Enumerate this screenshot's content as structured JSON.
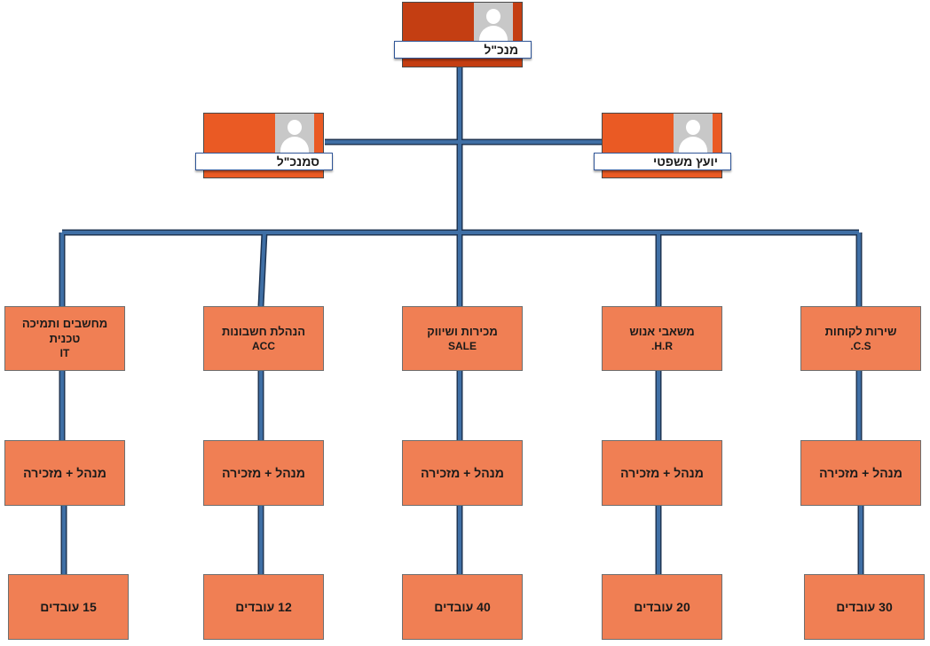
{
  "colors": {
    "connector": "#3f6fa5",
    "connector_outline": "#1f3553",
    "ceo_fill": "#c43e12",
    "exec_fill": "#ea5a24",
    "box_fill": "#f07f54"
  },
  "top": {
    "ceo": {
      "label": "מנכ\"ל",
      "icon": "person-placeholder-icon"
    },
    "deputy": {
      "label": "סמנכ\"ל",
      "icon": "person-placeholder-icon"
    },
    "legal": {
      "label": "יועץ משפטי",
      "icon": "person-placeholder-icon"
    }
  },
  "departments": [
    {
      "name_line1": "מחשבים ותמיכה",
      "name_line2": "טכנית",
      "name_line3": "IT",
      "manager": "מנהל + מזכירה",
      "employees": "15 עובדים"
    },
    {
      "name_line1": "הנהלת חשבונות",
      "name_line2": "ACC",
      "name_line3": "",
      "manager": "מנהל + מזכירה",
      "employees": "12 עובדים"
    },
    {
      "name_line1": "מכירות ושיווק",
      "name_line2": "SALE",
      "name_line3": "",
      "manager": "מנהל + מזכירה",
      "employees": "40 עובדים"
    },
    {
      "name_line1": "משאבי אנוש",
      "name_line2": "H.R.",
      "name_line3": "",
      "manager": "מנהל + מזכירה",
      "employees": "20 עובדים"
    },
    {
      "name_line1": "שירות לקוחות",
      "name_line2": "C.S.",
      "name_line3": "",
      "manager": "מנהל + מזכירה",
      "employees": "30 עובדים"
    }
  ]
}
